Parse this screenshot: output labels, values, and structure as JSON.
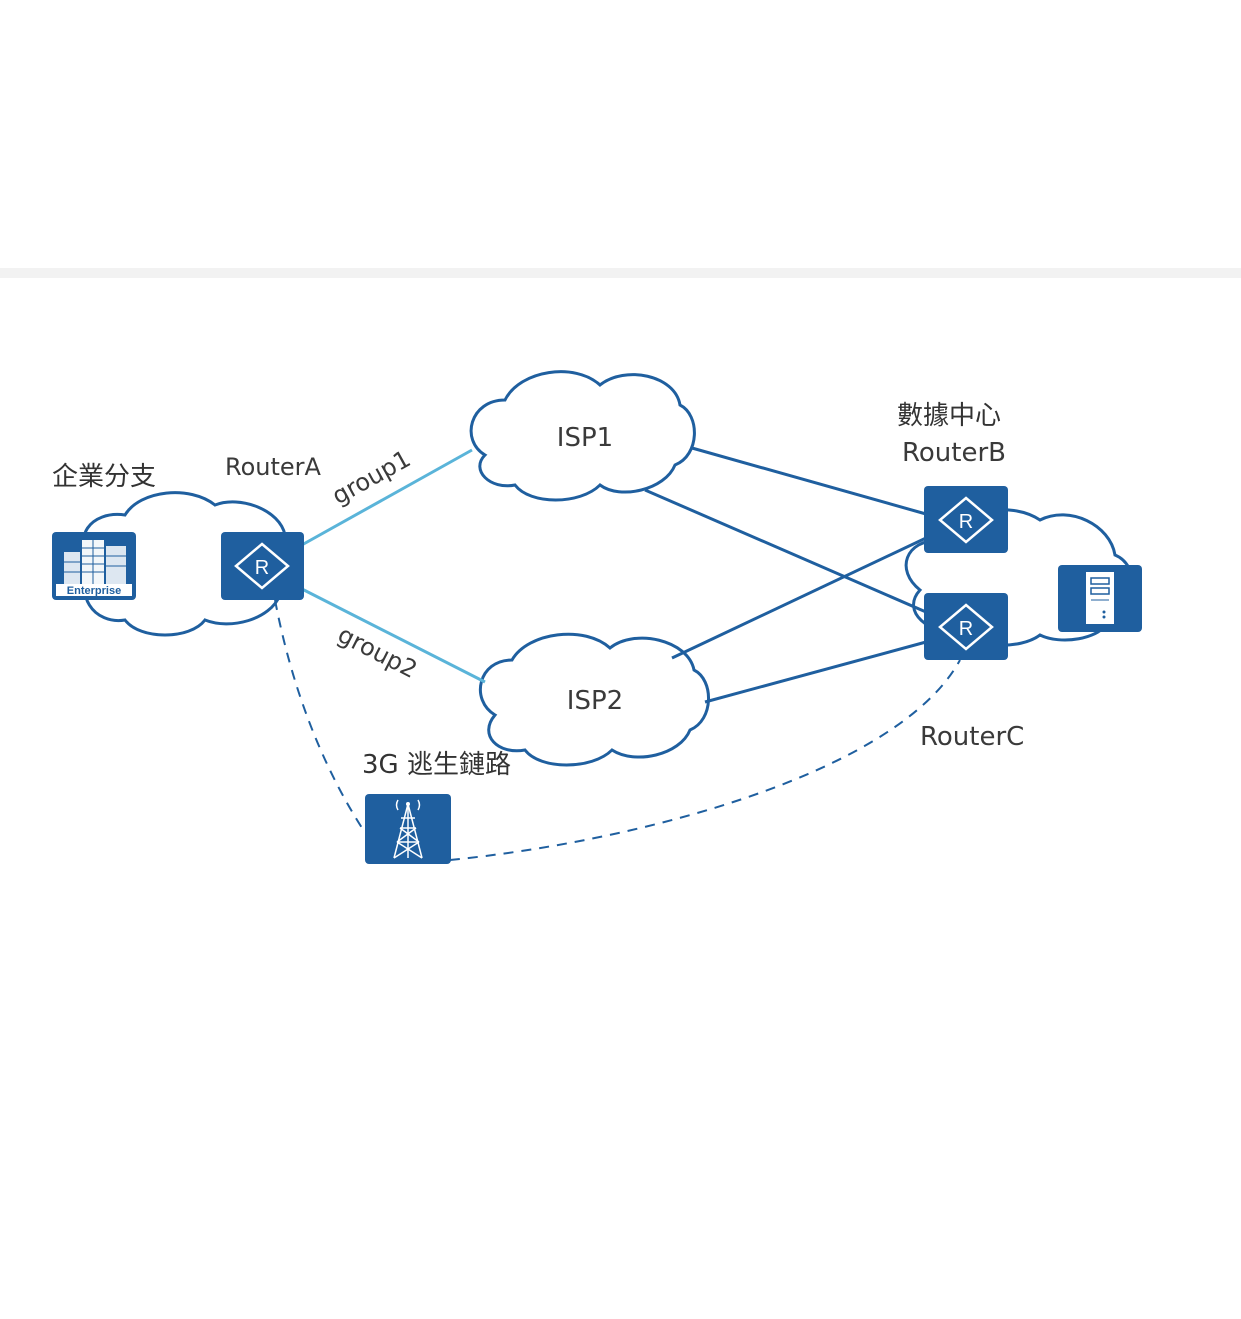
{
  "labels": {
    "branch": "企業分支",
    "datacenter": "數據中心",
    "router_a": "RouterA",
    "router_b": "RouterB",
    "router_c": "RouterC",
    "isp1": "ISP1",
    "isp2": "ISP2",
    "group1": "group1",
    "group2": "group2",
    "escape_link": "3G 逃生鏈路",
    "enterprise": "Enterprise",
    "router_glyph": "R"
  },
  "colors": {
    "device_fill": "#1f5f9f",
    "cloud_stroke": "#1f5f9f",
    "primary_link": "#1f5f9f",
    "group_link": "#5ab4d9",
    "background_band": "#f2f2f2"
  },
  "icons": {
    "router": "router-icon",
    "enterprise": "enterprise-building-icon",
    "server": "server-icon",
    "tower": "cell-tower-icon",
    "cloud": "cloud-icon"
  }
}
